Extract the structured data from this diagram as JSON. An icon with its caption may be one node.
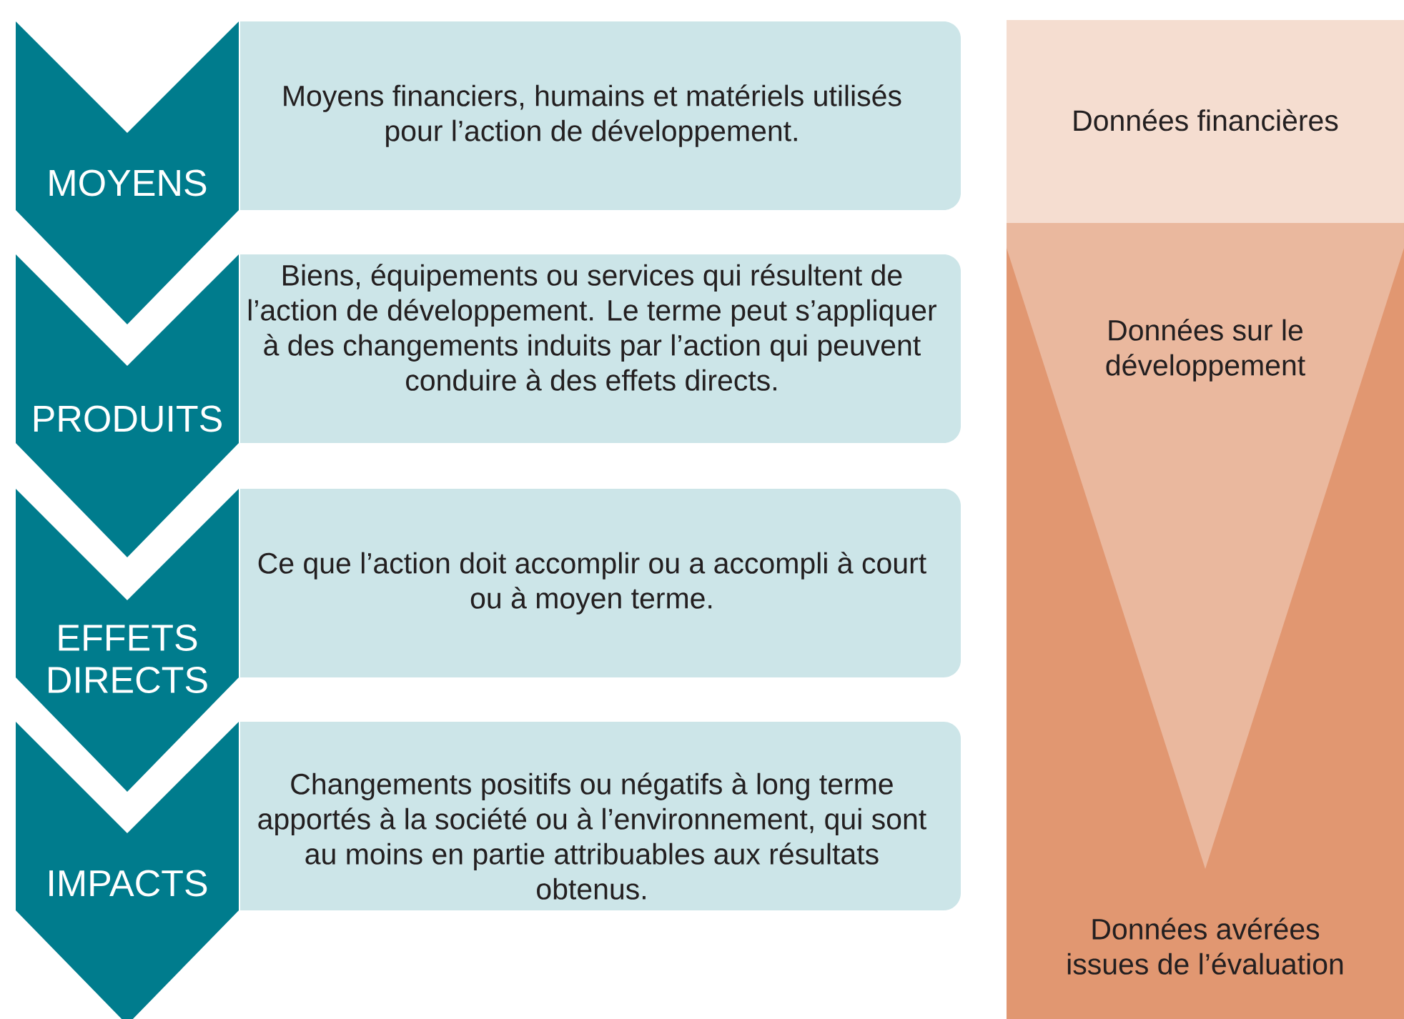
{
  "diagram": {
    "nodes": [
      {
        "text": [
          "MOYENS"
        ]
      },
      {
        "text": [
          "Moyens financiers, humains et matériels utilisés pour l’action de développement."
        ]
      },
      {
        "text": [
          "PRODUITS"
        ]
      },
      {
        "text": [
          "Biens, équipements ou services qui résultent de l’action de développement. Le terme peut s’appliquer à des changements induits par l’action qui peuvent conduire à des effets directs."
        ]
      },
      {
        "text": [
          "EFFETS DIRECTS"
        ]
      },
      {
        "text": [
          "Ce que l’action doit accomplir ou a accompli à court ou à moyen terme."
        ]
      },
      {
        "text": [
          "IMPACTS"
        ]
      },
      {
        "text": [
          "Changements positifs ou négatifs à long terme apportés à la société ou à l’environnement, qui sont au moins en partie attribuables aux résultats obtenus."
        ]
      },
      {
        "text": [
          "Données financières"
        ]
      },
      {
        "text": [
          "Données avérées issues de l’évaluation"
        ]
      },
      {
        "text": [
          "Données sur le développement"
        ],
        "in": 9
      }
    ]
  }
}
